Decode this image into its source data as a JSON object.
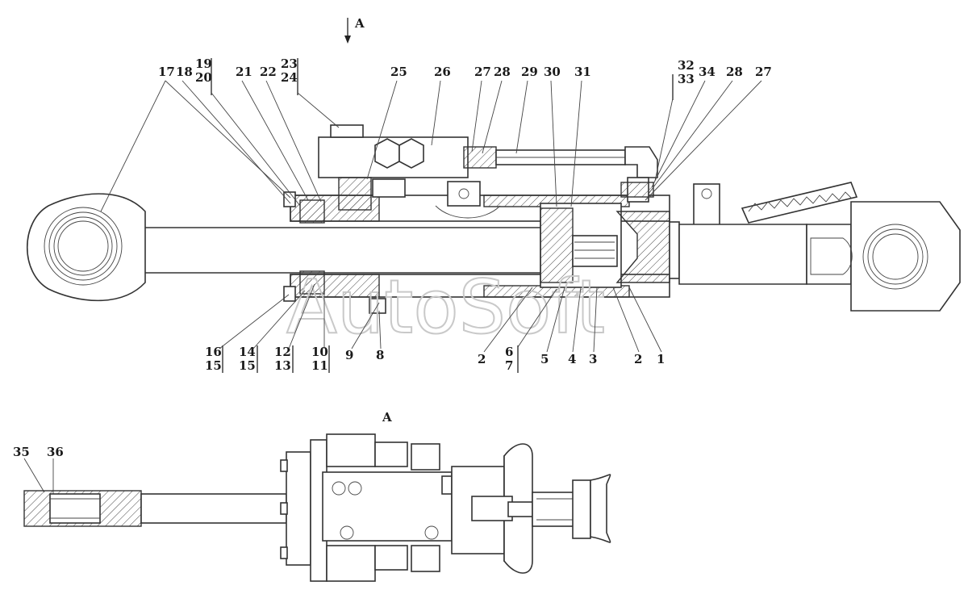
{
  "view_marker": "A",
  "section_title": "A",
  "watermark": "AutoSoft",
  "callouts_top": [
    {
      "id": "17",
      "text": "17"
    },
    {
      "id": "18",
      "text": "18"
    },
    {
      "id": "19",
      "text": "19"
    },
    {
      "id": "20",
      "text": "20"
    },
    {
      "id": "21",
      "text": "21"
    },
    {
      "id": "22",
      "text": "22"
    },
    {
      "id": "23",
      "text": "23"
    },
    {
      "id": "24",
      "text": "24"
    },
    {
      "id": "25",
      "text": "25"
    },
    {
      "id": "26",
      "text": "26"
    },
    {
      "id": "27a",
      "text": "27"
    },
    {
      "id": "28a",
      "text": "28"
    },
    {
      "id": "29",
      "text": "29"
    },
    {
      "id": "30",
      "text": "30"
    },
    {
      "id": "31",
      "text": "31"
    },
    {
      "id": "32",
      "text": "32"
    },
    {
      "id": "33",
      "text": "33"
    },
    {
      "id": "34",
      "text": "34"
    },
    {
      "id": "28b",
      "text": "28"
    },
    {
      "id": "27b",
      "text": "27"
    }
  ],
  "callouts_bottom": [
    {
      "id": "16",
      "text": "16"
    },
    {
      "id": "15a",
      "text": "15"
    },
    {
      "id": "14",
      "text": "14"
    },
    {
      "id": "15b",
      "text": "15"
    },
    {
      "id": "12",
      "text": "12"
    },
    {
      "id": "13",
      "text": "13"
    },
    {
      "id": "10",
      "text": "10"
    },
    {
      "id": "11",
      "text": "11"
    },
    {
      "id": "9",
      "text": "9"
    },
    {
      "id": "8",
      "text": "8"
    },
    {
      "id": "2a",
      "text": "2"
    },
    {
      "id": "6",
      "text": "6"
    },
    {
      "id": "7",
      "text": "7"
    },
    {
      "id": "5",
      "text": "5"
    },
    {
      "id": "4",
      "text": "4"
    },
    {
      "id": "3",
      "text": "3"
    },
    {
      "id": "2b",
      "text": "2"
    },
    {
      "id": "1",
      "text": "1"
    }
  ],
  "callouts_section": [
    {
      "id": "35",
      "text": "35"
    },
    {
      "id": "36",
      "text": "36"
    }
  ]
}
